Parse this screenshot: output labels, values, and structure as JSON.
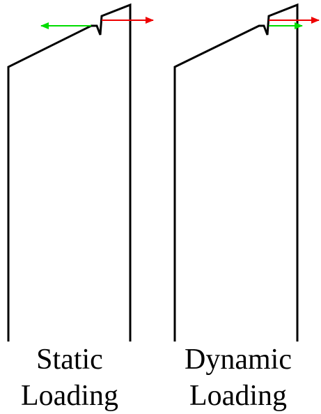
{
  "panels": [
    {
      "id": "static",
      "caption_line1": "Static",
      "caption_line2": "Loading",
      "arrows": [
        {
          "color": "green",
          "direction": "left"
        },
        {
          "color": "red",
          "direction": "right"
        }
      ]
    },
    {
      "id": "dynamic",
      "caption_line1": "Dynamic",
      "caption_line2": "Loading",
      "arrows": [
        {
          "color": "green",
          "direction": "right"
        },
        {
          "color": "red",
          "direction": "right"
        }
      ]
    }
  ],
  "colors": {
    "outline": "#000000",
    "green_arrow": "#00dd00",
    "red_arrow": "#ee0000",
    "background": "#ffffff"
  }
}
